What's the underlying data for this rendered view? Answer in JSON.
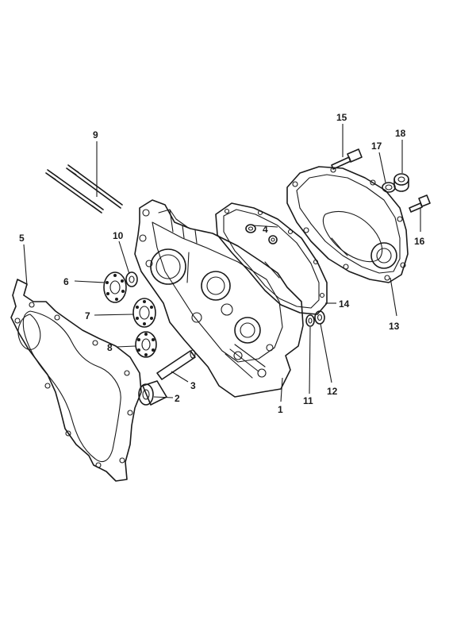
{
  "labels": [
    {
      "id": "1",
      "text": "1"
    },
    {
      "id": "2",
      "text": "2"
    },
    {
      "id": "3",
      "text": "3"
    },
    {
      "id": "4",
      "text": "4"
    },
    {
      "id": "5",
      "text": "5"
    },
    {
      "id": "6",
      "text": "6"
    },
    {
      "id": "7",
      "text": "7"
    },
    {
      "id": "8",
      "text": "8"
    },
    {
      "id": "9",
      "text": "9"
    },
    {
      "id": "10",
      "text": "10"
    },
    {
      "id": "11",
      "text": "11"
    },
    {
      "id": "12",
      "text": "12"
    },
    {
      "id": "13",
      "text": "13"
    },
    {
      "id": "14",
      "text": "14"
    },
    {
      "id": "15",
      "text": "15"
    },
    {
      "id": "16",
      "text": "16"
    },
    {
      "id": "17",
      "text": "17"
    },
    {
      "id": "18",
      "text": "18"
    }
  ],
  "colors": {
    "line": "#1a1a1a",
    "background": "#ffffff"
  }
}
